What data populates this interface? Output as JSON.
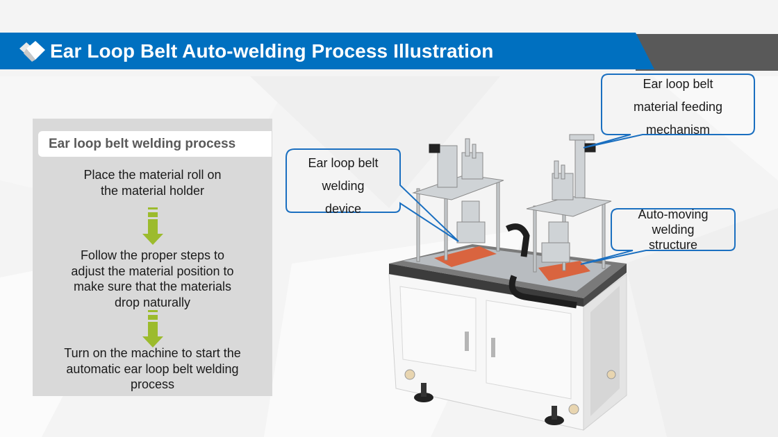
{
  "header": {
    "title": "Ear Loop Belt Auto-welding Process Illustration",
    "logo_icon": "diamond-tiles-icon",
    "accent_color": "#0070c0",
    "secondary_color": "#595959"
  },
  "process_panel": {
    "title": "Ear loop belt welding  process",
    "steps": [
      {
        "lines": [
          "Place the material roll on",
          "the  material holder"
        ]
      },
      {
        "lines": [
          "Follow the proper steps to",
          "adjust the material position to",
          "make sure that the materials",
          "drop naturally"
        ]
      },
      {
        "lines": [
          "Turn on the machine to start the",
          "automatic ear loop belt welding",
          "process"
        ]
      }
    ],
    "arrow_icon": "down-arrow-icon",
    "arrow_color": "#9cbb2d"
  },
  "callouts": {
    "welding_device": {
      "lines": [
        "Ear loop belt",
        "welding",
        "device"
      ]
    },
    "feeding_mechanism": {
      "lines": [
        "Ear loop belt",
        "material feeding",
        "mechanism"
      ]
    },
    "auto_moving": {
      "lines": [
        "Auto-moving",
        "welding",
        "structure"
      ]
    },
    "stroke_color": "#1a6fc0"
  }
}
